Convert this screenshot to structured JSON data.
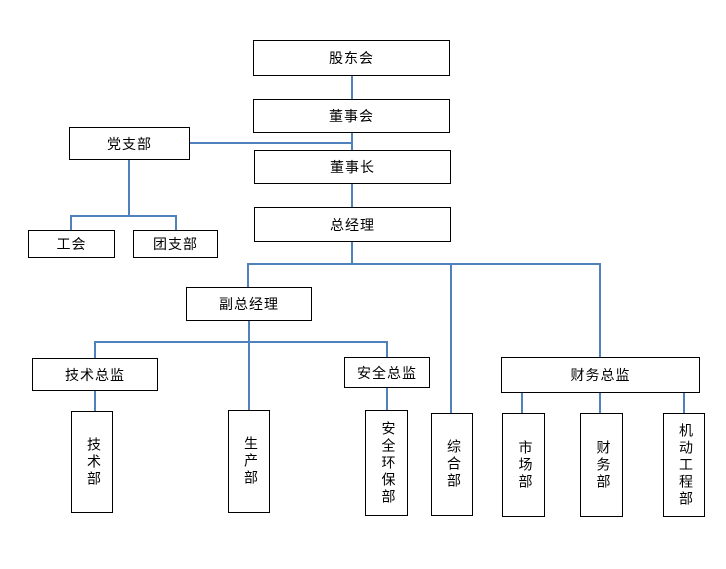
{
  "diagram": {
    "type": "org-chart",
    "language": "zh-CN",
    "background_color": "#ffffff",
    "box_border_color": "#000000",
    "connector_color": "#4f81bd",
    "text_color": "#000000"
  },
  "nodes": {
    "shareholders_meeting": {
      "label": "股东会",
      "orientation": "horizontal"
    },
    "board_of_directors": {
      "label": "董事会",
      "orientation": "horizontal"
    },
    "party_branch": {
      "label": "党支部",
      "orientation": "horizontal"
    },
    "chairman": {
      "label": "董事长",
      "orientation": "horizontal"
    },
    "labor_union": {
      "label": "工会",
      "orientation": "horizontal"
    },
    "youth_league_branch": {
      "label": "团支部",
      "orientation": "horizontal"
    },
    "general_manager": {
      "label": "总经理",
      "orientation": "horizontal"
    },
    "deputy_general_manager": {
      "label": "副总经理",
      "orientation": "horizontal"
    },
    "technical_director": {
      "label": "技术总监",
      "orientation": "horizontal"
    },
    "safety_director": {
      "label": "安全总监",
      "orientation": "horizontal"
    },
    "finance_director": {
      "label": "财务总监",
      "orientation": "horizontal"
    },
    "technology_dept": {
      "label": "技术部",
      "orientation": "vertical"
    },
    "production_dept": {
      "label": "生产部",
      "orientation": "vertical"
    },
    "safety_environment_dept": {
      "label": "安全环保部",
      "orientation": "vertical"
    },
    "general_affairs_dept": {
      "label": "综合部",
      "orientation": "vertical"
    },
    "marketing_dept": {
      "label": "市场部",
      "orientation": "vertical"
    },
    "finance_dept": {
      "label": "财务部",
      "orientation": "vertical"
    },
    "mechanical_engineering_dept": {
      "label": "机动工程部",
      "orientation": "vertical"
    }
  },
  "edges": [
    {
      "from": "shareholders_meeting",
      "to": "board_of_directors"
    },
    {
      "from": "board_of_directors",
      "to": "chairman"
    },
    {
      "from": "party_branch",
      "to": "board_of_directors-chairman-line"
    },
    {
      "from": "party_branch",
      "to": "labor_union"
    },
    {
      "from": "party_branch",
      "to": "youth_league_branch"
    },
    {
      "from": "chairman",
      "to": "general_manager"
    },
    {
      "from": "general_manager",
      "to": "deputy_general_manager"
    },
    {
      "from": "general_manager",
      "to": "general_affairs_dept"
    },
    {
      "from": "general_manager",
      "to": "finance_director"
    },
    {
      "from": "deputy_general_manager",
      "to": "technical_director"
    },
    {
      "from": "deputy_general_manager",
      "to": "production_dept"
    },
    {
      "from": "deputy_general_manager",
      "to": "safety_director"
    },
    {
      "from": "technical_director",
      "to": "technology_dept"
    },
    {
      "from": "safety_director",
      "to": "safety_environment_dept"
    },
    {
      "from": "finance_director",
      "to": "marketing_dept"
    },
    {
      "from": "finance_director",
      "to": "finance_dept"
    },
    {
      "from": "finance_director",
      "to": "mechanical_engineering_dept"
    }
  ]
}
